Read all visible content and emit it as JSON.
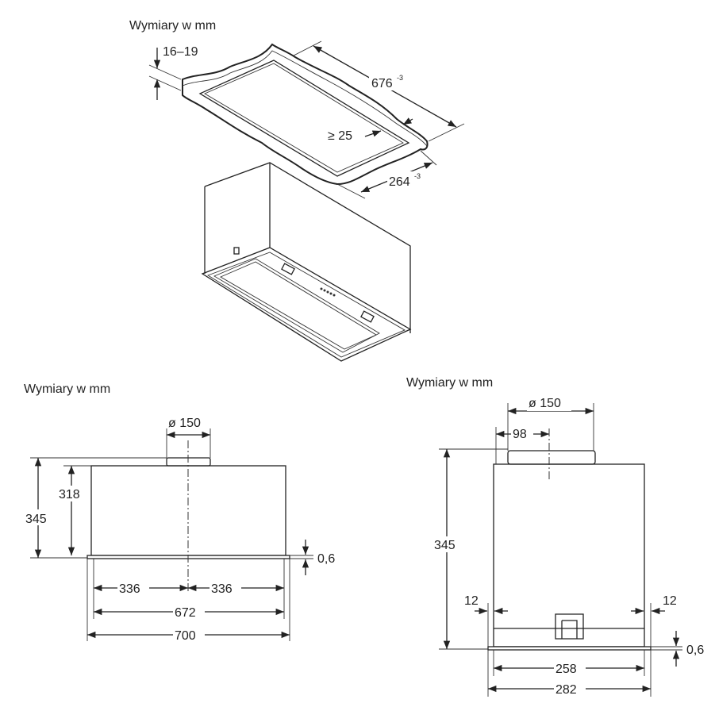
{
  "top_view": {
    "title": "Wymiary w mm",
    "dim_thickness": "16–19",
    "dim_length": "676",
    "dim_length_tol": "-3",
    "dim_min_edge": "≥ 25",
    "dim_width": "264",
    "dim_width_tol": "-3"
  },
  "front_view": {
    "title": "Wymiary w mm",
    "dim_duct": "ø 150",
    "dim_height_total": "345",
    "dim_height_body": "318",
    "dim_plate": "0,6",
    "dim_half_left": "336",
    "dim_half_right": "336",
    "dim_body_width": "672",
    "dim_total_width": "700"
  },
  "side_view": {
    "title": "Wymiary w mm",
    "dim_duct": "ø 150",
    "dim_duct_offset": "98",
    "dim_height_total": "345",
    "dim_gap_left": "12",
    "dim_gap_right": "12",
    "dim_plate": "0,6",
    "dim_body_depth": "258",
    "dim_total_depth": "282"
  }
}
